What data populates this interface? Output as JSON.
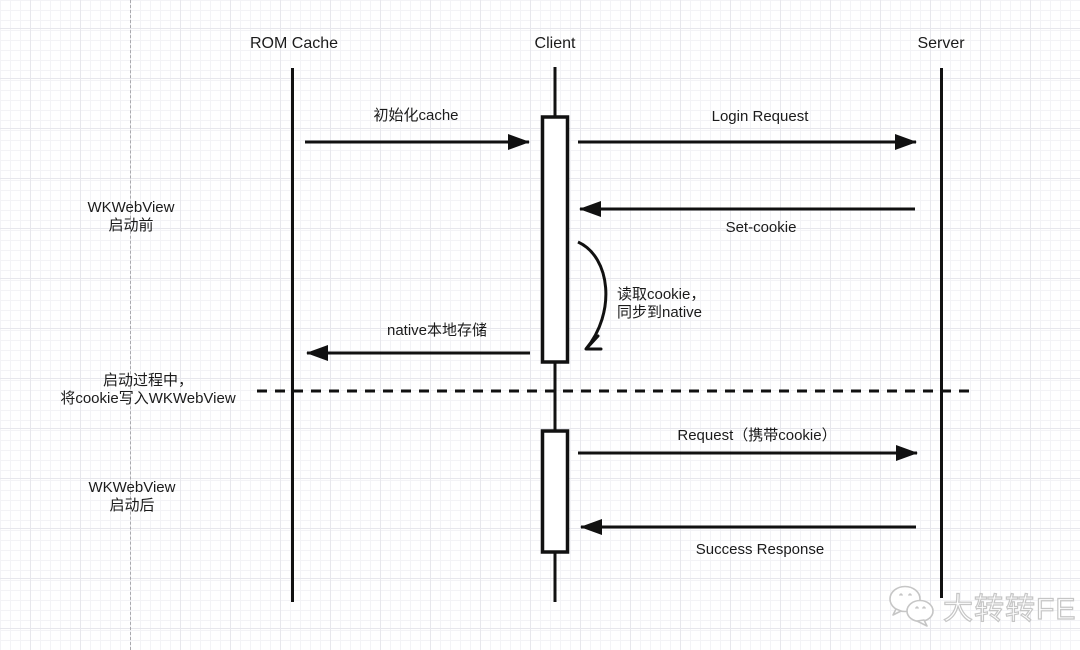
{
  "diagram": {
    "actors": {
      "rom_cache": "ROM Cache",
      "client": "Client",
      "server": "Server"
    },
    "messages": {
      "init_cache": "初始化cache",
      "login_request": "Login Request",
      "set_cookie": "Set-cookie",
      "read_cookie_line1": "读取cookie，",
      "read_cookie_line2": "同步到native",
      "native_store": "native本地存储",
      "request_with_cookie": "Request（携带cookie）",
      "success_response": "Success Response"
    },
    "phases": {
      "before_line1": "WKWebView",
      "before_line2": "启动前",
      "during_line1": "启动过程中，",
      "during_line2": "将cookie写入WKWebView",
      "after_line1": "WKWebView",
      "after_line2": "启动后"
    },
    "watermark": {
      "text": "大转转FE"
    }
  },
  "colors": {
    "stroke": "#111111",
    "grid_minor": "#f3f3f6",
    "grid_major": "#e7e7ec",
    "dashed_guide": "#a9a9ad",
    "watermark": "#c6c6c6"
  }
}
